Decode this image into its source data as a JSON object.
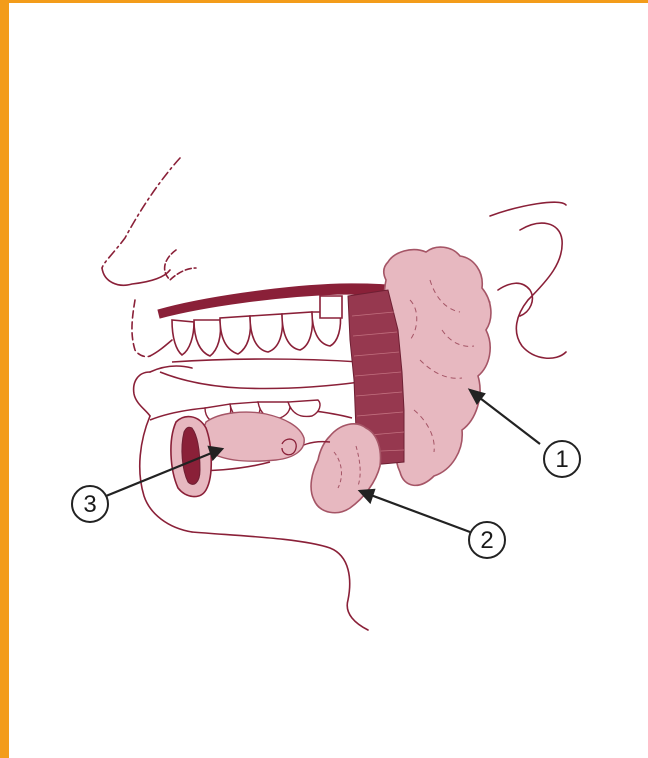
{
  "colors": {
    "frame_border": "#f39c1a",
    "outline": "#8a2038",
    "gland_fill": "#e7b8c0",
    "gland_outline": "#a55566",
    "muscle_fill": "#96384f",
    "palate_fill": "#8a2038",
    "callout_stroke": "#222222"
  },
  "callouts": [
    {
      "label": "1",
      "points_to": "parotid-gland"
    },
    {
      "label": "2",
      "points_to": "submandibular-gland"
    },
    {
      "label": "3",
      "points_to": "sublingual-gland"
    }
  ]
}
